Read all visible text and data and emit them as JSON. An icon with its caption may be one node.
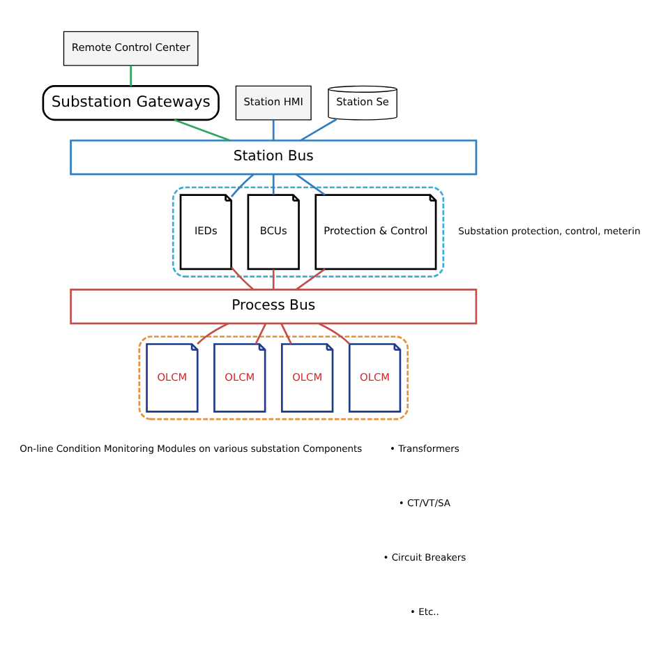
{
  "diagram": {
    "nodes": [
      {
        "text": [
          "Remote Control Center"
        ]
      },
      {
        "text": [
          "Substation Gateways"
        ]
      },
      {
        "text": [
          "Station Bus"
        ]
      },
      {
        "text": [
          "Station HMI"
        ]
      },
      {
        "text": [
          "Station Se"
        ]
      },
      {
        "text": [],
        "shape": "box"
      },
      {
        "text": [
          "Protection & Control"
        ],
        "in": 5
      },
      {
        "text": [
          "BCUs"
        ],
        "in": 5
      },
      {
        "text": [
          "IEDs"
        ],
        "in": 5
      },
      {
        "text": [
          "Process Bus"
        ]
      },
      {
        "text": [],
        "shape": "box"
      },
      {
        "text": [
          "OLCM"
        ],
        "in": 10
      },
      {
        "text": [
          "OLCM"
        ],
        "in": 10
      },
      {
        "text": [
          "OLCM"
        ],
        "in": 10
      },
      {
        "text": [
          "OLCM"
        ],
        "in": 10
      }
    ],
    "edges": [
      {
        "from": 0,
        "to": 1,
        "arrow": "none",
        "color": "#2aa65a"
      },
      {
        "from": 1,
        "to": 2,
        "arrow": "none",
        "color": "#2aa65a"
      },
      {
        "from": 3,
        "to": 2,
        "arrow": "none",
        "color": "#2f7fc1"
      },
      {
        "from": 4,
        "to": 2,
        "arrow": "none",
        "color": "#2f7fc1"
      },
      {
        "from": 2,
        "to": 6,
        "arrow": "none",
        "color": "#2f7fc1"
      },
      {
        "from": 2,
        "to": 7,
        "arrow": "none",
        "color": "#2f7fc1"
      },
      {
        "from": 2,
        "to": 8,
        "arrow": "none",
        "color": "#2f7fc1"
      },
      {
        "from": 6,
        "to": 9,
        "arrow": "none"
      },
      {
        "from": 7,
        "to": 9,
        "arrow": "none"
      },
      {
        "from": 8,
        "to": 9,
        "arrow": "none"
      },
      {
        "from": 9,
        "to": 11,
        "arrow": "none"
      },
      {
        "from": 9,
        "to": 12,
        "arrow": "none"
      },
      {
        "from": 9,
        "to": 13,
        "arrow": "none"
      },
      {
        "from": 9,
        "to": 14,
        "arrow": "none"
      }
    ],
    "labels": [
      "Substation protection, control, meterin",
      "On-line Condition Monitoring Modules on various substation Components",
      "• Transformers",
      "• CT/VT/SA",
      "• Circuit Breakers",
      "• Etc.."
    ]
  }
}
